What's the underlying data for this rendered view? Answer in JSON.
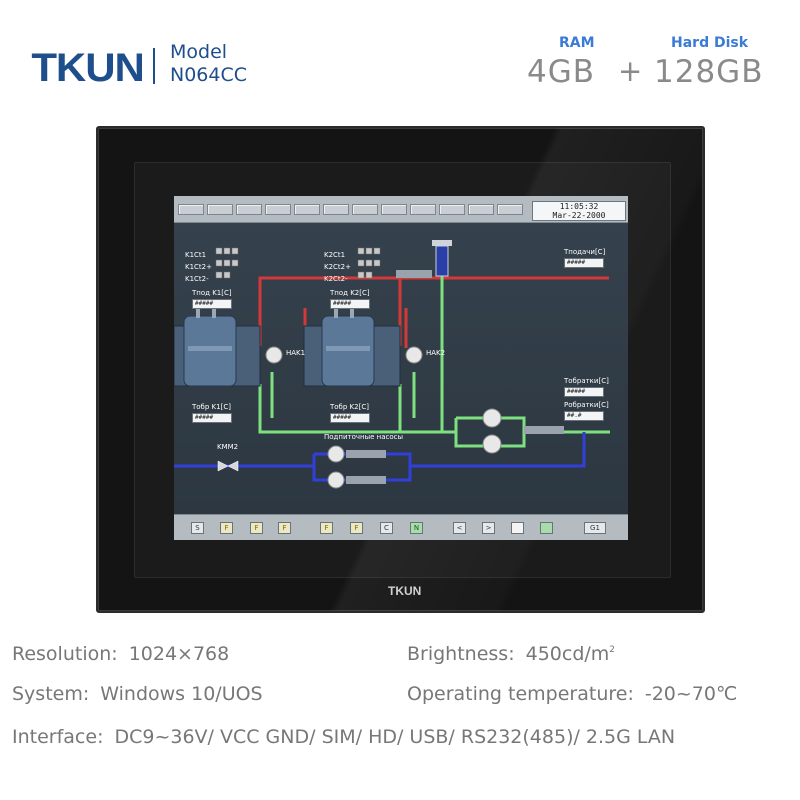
{
  "header": {
    "brand": "TKUN",
    "model_label": "Model",
    "model_code": "N064CC",
    "ram_label": "RAM",
    "ram_value": "4GB",
    "plus": "+",
    "hd_label": "Hard Disk",
    "hd_value": "128GB"
  },
  "device": {
    "bezel_logo": "TKUN"
  },
  "screen": {
    "clock_time": "11:05:32",
    "clock_date": "Mar-22-2000",
    "top_toolbar_buttons": 12,
    "labels": {
      "k1ct1": "K1Ct1",
      "k1ct2plus": "K1Ct2+",
      "k1ct2minus": "K1Ct2-",
      "k2ct1": "K2Ct1",
      "k2ct2plus": "K2Ct2+",
      "k2ct2minus": "K2Ct2-",
      "tpod_k1": "Тпод K1[C]",
      "tpod_k2": "Тпод K2[C]",
      "tobr_k1": "Тобр K1[C]",
      "tobr_k2": "Тобр K2[C]",
      "hak1": "HAK1",
      "hak2": "HAK2",
      "tpodachi": "Тподачи[C]",
      "tobratki": "Тобратки[C]",
      "robratki": "Робратки[C]",
      "kmm2": "KMM2",
      "pumps": "Подпиточные насосы"
    },
    "values": {
      "tpod_k1": "#####",
      "tpod_k2": "#####",
      "tobr_k1": "#####",
      "tobr_k2": "#####",
      "tpodachi": "#####",
      "tobratki": "#####",
      "robratki": "##.#"
    },
    "bottom_buttons": [
      "S",
      "F",
      "F",
      "F",
      "F",
      "F",
      "C",
      "N",
      "<",
      ">",
      "",
      "",
      "G1"
    ]
  },
  "specs": {
    "resolution_label": "Resolution:",
    "resolution_value": "1024×768",
    "brightness_label": "Brightness:",
    "brightness_value": "450cd/m",
    "brightness_unit_sup": "2",
    "system_label": "System:",
    "system_value": "Windows 10/UOS",
    "temp_label": "Operating temperature:",
    "temp_value": "-20~70℃",
    "interface_label": "Interface:",
    "interface_value": "DC9~36V/ VCC GND/ SIM/ HD/ USB/ RS232(485)/ 2.5G LAN"
  },
  "colors": {
    "brand_blue": "#1f4e8c",
    "accent_blue": "#3a7bd5",
    "spec_gray": "#777777",
    "pipe_red": "#d23a3a",
    "pipe_green": "#7ee07e",
    "pipe_blue": "#3040d8"
  }
}
